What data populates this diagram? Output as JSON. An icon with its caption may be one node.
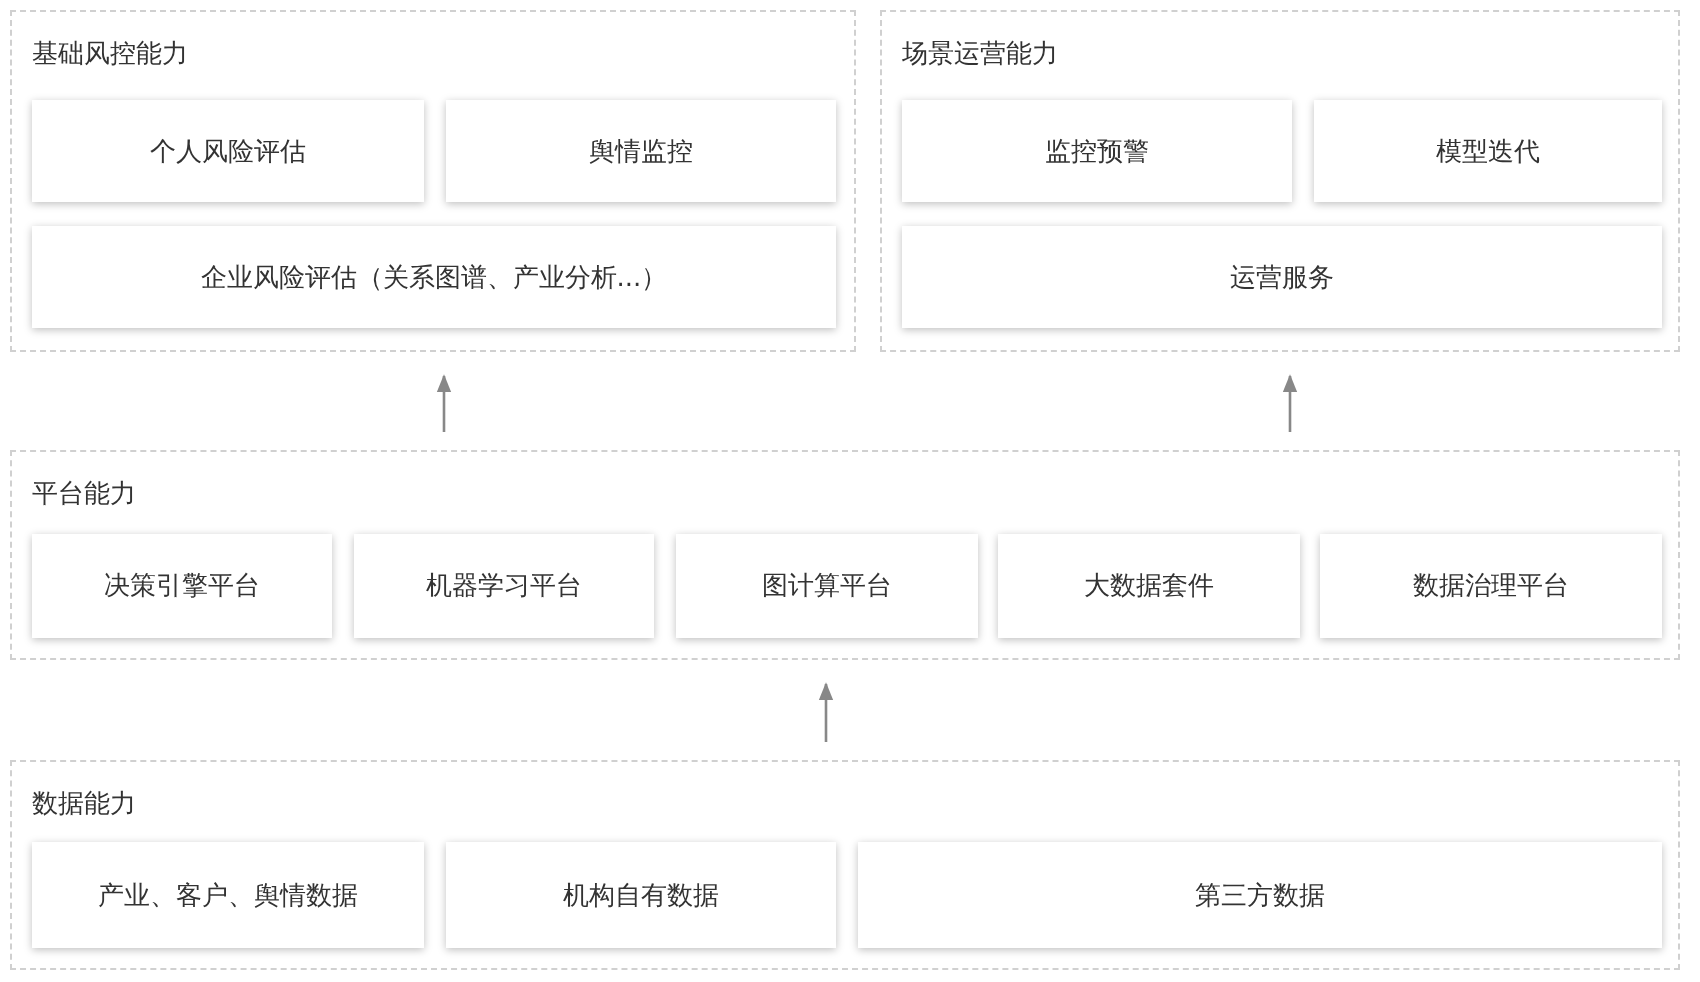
{
  "diagram": {
    "nodes": [
      {
        "text": [
          "基础风控能力"
        ]
      },
      {
        "text": [
          "个人风险评估"
        ],
        "in": 0
      },
      {
        "text": [
          "舆情监控"
        ],
        "in": 0
      },
      {
        "text": [
          "企业风险评估（关系图谱、产业分析...）"
        ],
        "in": 0
      },
      {
        "text": [
          "场景运营能力"
        ]
      },
      {
        "text": [
          "监控预警"
        ],
        "in": 4
      },
      {
        "text": [
          "模型迭代"
        ],
        "in": 4
      },
      {
        "text": [
          "运营服务"
        ],
        "in": 4
      },
      {
        "text": [
          "平台能力"
        ]
      },
      {
        "text": [
          "决策引擎平台"
        ],
        "in": 8
      },
      {
        "text": [
          "机器学习平台"
        ],
        "in": 8
      },
      {
        "text": [
          "图计算平台"
        ],
        "in": 8
      },
      {
        "text": [
          "大数据套件"
        ],
        "in": 8
      },
      {
        "text": [
          "数据治理平台"
        ],
        "in": 8
      },
      {
        "text": [
          "数据能力"
        ]
      },
      {
        "text": [
          "产业、客户、舆情数据"
        ],
        "in": 14
      },
      {
        "text": [
          "机构自有数据"
        ],
        "in": 14
      },
      {
        "text": [
          "第三方数据"
        ],
        "in": 14
      }
    ],
    "edges": [
      {
        "from": 8,
        "to": 0,
        "arrow": "to"
      },
      {
        "from": 8,
        "to": 4,
        "arrow": "to"
      },
      {
        "from": 14,
        "to": 8,
        "arrow": "to"
      }
    ]
  }
}
